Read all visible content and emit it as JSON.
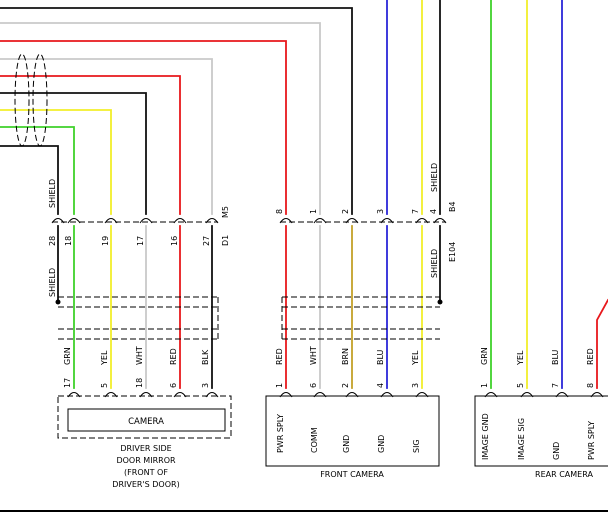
{
  "colors": {
    "red": "#e8181c",
    "grn": "#3fd12a",
    "yel": "#f2ef2a",
    "wht": "#c9c9c9",
    "blk": "#111111",
    "brn": "#c3a028",
    "blu": "#2a26d8"
  },
  "driver_mirror": {
    "connector_a": "D1",
    "connector_b": "M5",
    "shield_top": "SHIELD",
    "shield_side": "SHIELD",
    "upper_pins": [
      "28",
      "18",
      "19",
      "17",
      "16",
      "27"
    ],
    "colors": [
      "GRN",
      "YEL",
      "WHT",
      "RED",
      "BLK"
    ],
    "lower_pins": [
      "17",
      "5",
      "18",
      "6",
      "3"
    ],
    "component": "CAMERA",
    "caption": [
      "DRIVER SIDE",
      "DOOR MIRROR",
      "(FRONT OF",
      "DRIVER'S DOOR)"
    ]
  },
  "front_camera": {
    "connector_a": "E104",
    "connector_b": "B4",
    "shield_top": "SHIELD",
    "shield_side": "SHIELD",
    "upper_pins": [
      "8",
      "1",
      "2",
      "3",
      "7",
      "4"
    ],
    "colors": [
      "RED",
      "WHT",
      "BRN",
      "BLU",
      "YEL"
    ],
    "lower_pins": [
      "1",
      "6",
      "2",
      "4",
      "3"
    ],
    "functions": [
      "PWR SPLY",
      "COMM",
      "GND",
      "GND",
      "SIG"
    ],
    "label": "FRONT CAMERA"
  },
  "rear_camera": {
    "colors": [
      "GRN",
      "YEL",
      "BLU",
      "RED"
    ],
    "lower_pins": [
      "1",
      "5",
      "7",
      "8"
    ],
    "functions": [
      "IMAGE GND",
      "IMAGE SIG",
      "GND",
      "PWR SPLY"
    ],
    "label": "REAR CAMERA"
  }
}
